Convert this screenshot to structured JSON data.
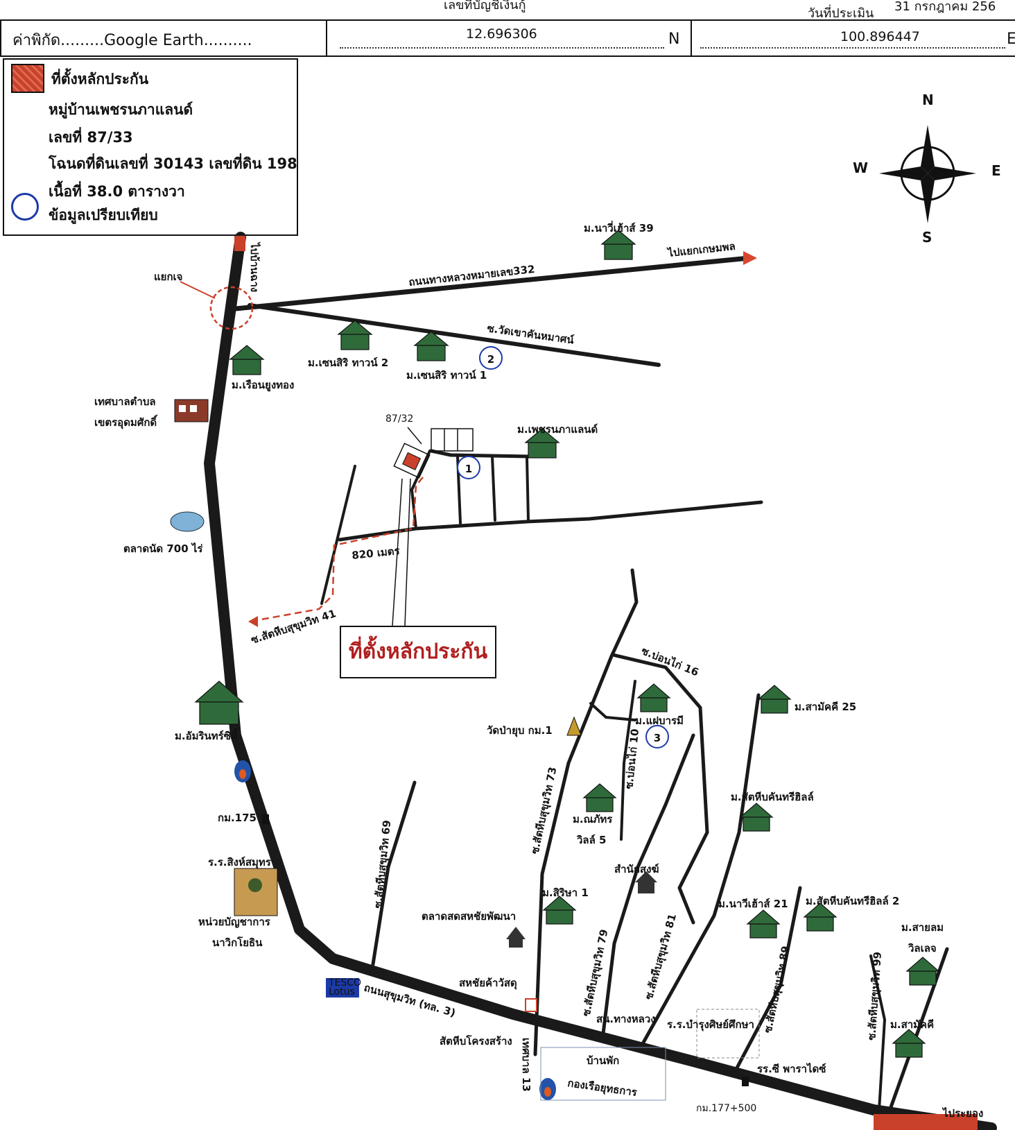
{
  "header": {
    "coord_label": "ค่าพิกัด.........Google Earth..........",
    "latitude": "12.696306",
    "lat_suffix": "N",
    "longitude": "100.896447",
    "lon_suffix": "E",
    "account_label": "เลขที่บัญชีเงินกู้",
    "date_label": "วันที่ประเมิน",
    "date_value": "31 กรกฎาคม 256"
  },
  "legend": {
    "collateral": "ที่ตั้งหลักประกัน",
    "project": "หมู่บ้านเพชรนภาแลนด์",
    "house_no": "เลขที่ 87/33",
    "deed": "โฉนดที่ดินเลขที่ 30143 เลขที่ดิน 198",
    "area": "เนื้อที่ 38.0 ตารางวา",
    "compare": "ข้อมูลเปรียบเทียบ"
  },
  "compass": {
    "n": "N",
    "s": "S",
    "e": "E",
    "w": "W"
  },
  "callout": "ที่ตั้งหลักประกัน",
  "map_labels": {
    "m_naviharn39": "ม.นาวี่เฮ้าส์ 39",
    "to_kaset": "ไปแยกเกษมพล",
    "hwy332": "ถนนทางหลวงหมายเลข332",
    "to_baanchang": "ไปบ้านฉาง",
    "yaek_jay": "แยกเจ",
    "soi_watkhao": "ซ.วัดเขาคันหมาศน์",
    "m_senasiri2": "ม.เซนสิริ ทาวน์ 2",
    "m_senasiri1": "ม.เซนสิริ ทาวน์ 1",
    "m_rueanyoong": "ม.เรือนยูงทอง",
    "tessaban1": "เทศบาลตำบล",
    "tessaban2": "เขตรอุดมศักดิ์",
    "plot_8732": "87/32",
    "m_petch": "ม.เพชรนภาแลนด์",
    "market700": "ตลาดนัด 700 ไร่",
    "dist820": "820 เมตร",
    "soi41": "ซ.สัตหีบสุขุมวิท 41",
    "soi_bonkai16": "ซ.บ่อนไก่ 16",
    "m_amarin": "ม.อัมรินทร์ซิตี้",
    "m_samakkee25": "ม.สามัคคี 25",
    "m_phaebaramee": "ม.แฝบารมี",
    "wat_payub": "วัดป่ายุบ กม.1",
    "soi_bonkai10": "ซ.บ่อนไก่ 10",
    "soi73": "ซ.สัตหีบสุขุมวิท 73",
    "km175": "กม.175",
    "sch_singha": "ร.ร.สิงห์สมุทร",
    "soi69": "ซ.สัตหีบสุขุมวิท 69",
    "m_natthawill1": "ม.ณภัทร",
    "m_natthawill2": "วิลล์ 5",
    "m_sattahip_kunthree": "ม.สัตหีบคันทรีฮิลล์",
    "samnaksong": "สำนักสงฆ์",
    "unit1": "หน่วยบัญชาการ",
    "unit2": "นาวิกโยธิน",
    "m_sirisa": "ม.สิริษา 1",
    "market_sahachai": "ตลาดสดสหชัยพัฒนา",
    "m_navy21": "ม.นาวีเฮ้าส์ 21",
    "m_kunthree2": "ม.สัตหีบคันทรีฮิลล์ 2",
    "soi79": "ซ.สัตหีบสุขุมวิท 79",
    "soi81": "ซ.สัตหีบสุขุมวิท 81",
    "m_sailom1": "ม.สายลม",
    "m_sailom2": "วิลเลจ",
    "sahachai_store": "สหชัยค้าวัสดุ",
    "sukhumvit": "ถนนสุขุมวิท (ทล. 3)",
    "soi89": "ซ.สัตหีบสุขุมวิท 89",
    "soi99": "ซ.สัตหีบสุขุมวิท 99",
    "highway_dept": "สน.ทางหลวง",
    "sch_bamrung": "ร.ร.บำรุงศิษย์ศึกษา",
    "m_samakkee": "ม.สามัคคี",
    "sattahip_const": "สัตหีบโครงสร้าง",
    "baanpak": "บ้านพัก",
    "navy_fleet": "กองเรือยุทธการ",
    "sch_sea": "รร.ซี พาราไดซ์",
    "lane13": "เทศบาล 13",
    "km177": "กม.177+500",
    "to_rayong": "ไประยอง",
    "tesco": "TESCO",
    "lotus": "Lotus"
  },
  "markers": {
    "m1": "1",
    "m2": "2",
    "m3": "3"
  }
}
